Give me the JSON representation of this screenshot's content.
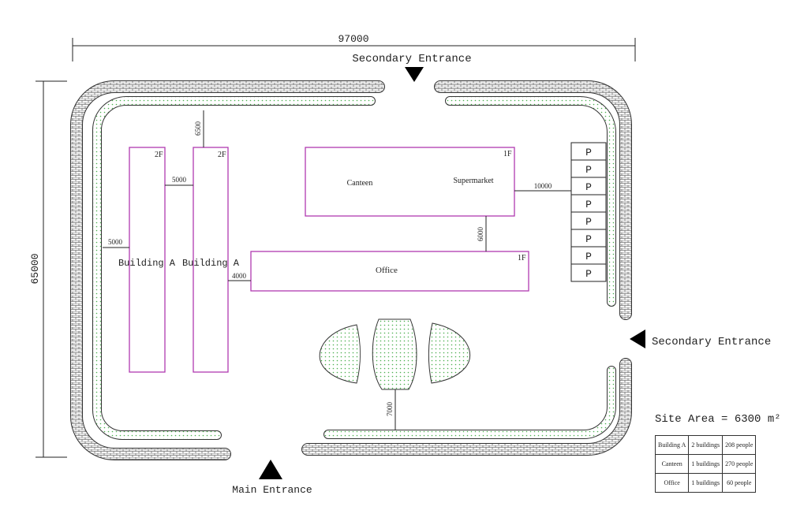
{
  "dimensions": {
    "width": "97000",
    "height": "65000",
    "d6500": "6500",
    "d5000_between": "5000",
    "d5000_left": "5000",
    "d10000": "10000",
    "d6000": "6000",
    "d4000": "4000",
    "d7000": "7000"
  },
  "entrances": {
    "top": "Secondary Entrance",
    "right": "Secondary Entrance",
    "bottom": "Main Entrance"
  },
  "buildings": {
    "a1": {
      "label": "Building A",
      "floors": "2F"
    },
    "a2": {
      "label": "Building A",
      "floors": "2F"
    },
    "canteen": {
      "label": "Canteen",
      "floors": "1F"
    },
    "supermarket": {
      "label": "Supermarket"
    },
    "office": {
      "label": "Office",
      "floors": "1F"
    }
  },
  "parking": {
    "label": "P",
    "count": 8
  },
  "site_area": "Site Area = 6300 m²",
  "summary_table": [
    [
      "Building A",
      "2 buildings",
      "208 people"
    ],
    [
      "Canteen",
      "1 buildings",
      "270 people"
    ],
    [
      "Office",
      "1 buildings",
      "60 people"
    ]
  ],
  "colors": {
    "building_outline": "#b03ab0",
    "green_dot": "#4caf50",
    "line": "#222222"
  }
}
